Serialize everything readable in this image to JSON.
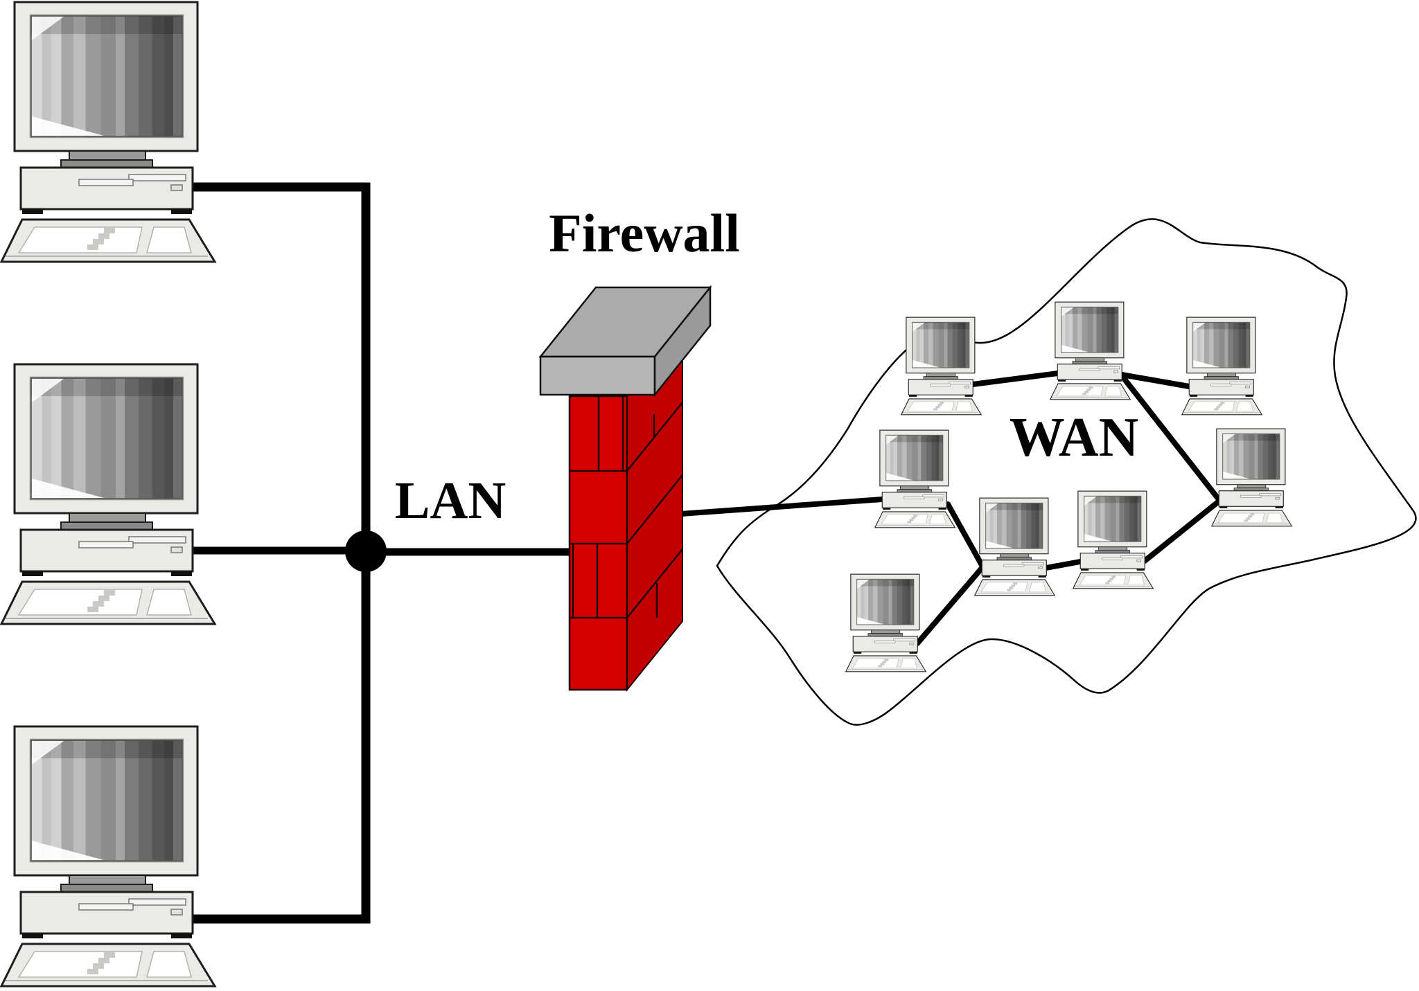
{
  "labels": {
    "firewall": "Firewall",
    "lan": "LAN",
    "wan": "WAN"
  },
  "colors": {
    "brick_red_front": "#d40000",
    "brick_red_side": "#c30000",
    "cap_gray_top": "#ababab",
    "cap_gray_front": "#b6b6b6",
    "cap_gray_side": "#9a9a9a",
    "line_black": "#000000",
    "cloud_fill": "#ffffff",
    "computer_body": "#eaeae7"
  },
  "diagram": {
    "type": "network-topology",
    "lan": {
      "label": "LAN",
      "computer_count": 3,
      "computers": [
        "lan-pc-1",
        "lan-pc-2",
        "lan-pc-3"
      ],
      "topology": "bus with junction node"
    },
    "firewall": {
      "label": "Firewall",
      "style": "red brick wall with gray cap"
    },
    "wan": {
      "label": "WAN",
      "computer_count": 8,
      "computers": [
        "wan-pc-1",
        "wan-pc-2",
        "wan-pc-3",
        "wan-pc-4",
        "wan-pc-5",
        "wan-pc-6",
        "wan-pc-7",
        "wan-pc-8"
      ],
      "enclosure": "cloud outline"
    },
    "connections": [
      [
        "lan-pc-1",
        "lan-bus"
      ],
      [
        "lan-pc-2",
        "lan-junction-node"
      ],
      [
        "lan-pc-3",
        "lan-bus"
      ],
      [
        "lan-junction-node",
        "firewall"
      ],
      [
        "firewall",
        "wan-pc-4"
      ],
      [
        "wan-pc-1",
        "wan-pc-2"
      ],
      [
        "wan-pc-2",
        "wan-pc-3"
      ],
      [
        "wan-pc-2",
        "wan-pc-5"
      ],
      [
        "wan-pc-4",
        "wan-pc-6"
      ],
      [
        "wan-pc-6",
        "wan-pc-7"
      ],
      [
        "wan-pc-7",
        "wan-pc-5"
      ],
      [
        "wan-pc-8",
        "wan-pc-6"
      ]
    ]
  }
}
